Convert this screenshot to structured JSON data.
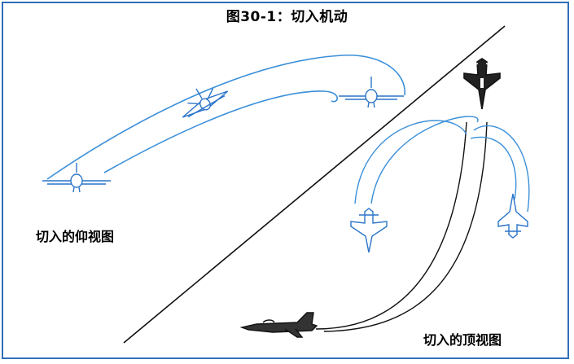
{
  "title": "图30-1：切入机动",
  "captions": {
    "elevation_view": "切入的仰视图",
    "top_view": "切入的顶视图"
  },
  "colors": {
    "frame": "#2f6fb8",
    "path": "#3a8fd9",
    "jet_blue": "#2a74c8",
    "jet_black": "#111111"
  }
}
